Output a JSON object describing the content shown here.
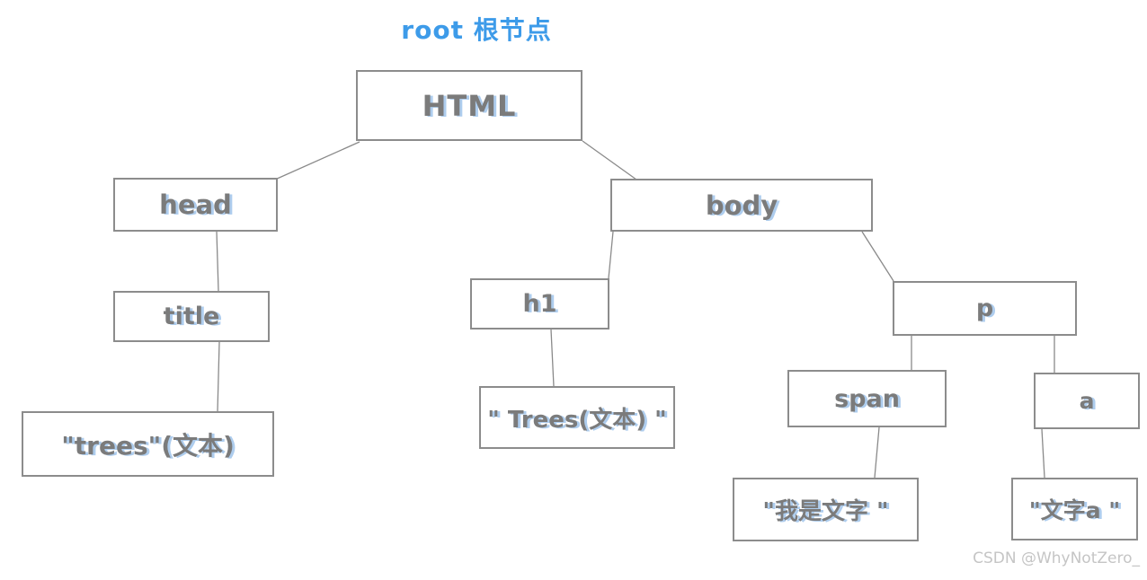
{
  "diagram_title": "root 根节点",
  "nodes": {
    "html": {
      "label": "HTML"
    },
    "head": {
      "label": "head"
    },
    "body": {
      "label": "body"
    },
    "title": {
      "label": "title"
    },
    "trees": {
      "label": "\"trees\"(文本)"
    },
    "h1": {
      "label": "h1"
    },
    "htext": {
      "label": "\" Trees(文本) \""
    },
    "p": {
      "label": "p"
    },
    "span": {
      "label": "span"
    },
    "a": {
      "label": "a"
    },
    "stext": {
      "label": "\"我是文字 \""
    },
    "atext": {
      "label": "\"文字a  \""
    }
  },
  "watermark": "CSDN @WhyNotZero_",
  "colors": {
    "root_label": "#3d9be9",
    "node_border": "#8c8c8c",
    "node_text": "#7b7b7b",
    "node_text_shadow": "#aecdee",
    "edge": "#8a8a8a",
    "watermark": "#c5c5c5",
    "background": "#ffffff"
  }
}
